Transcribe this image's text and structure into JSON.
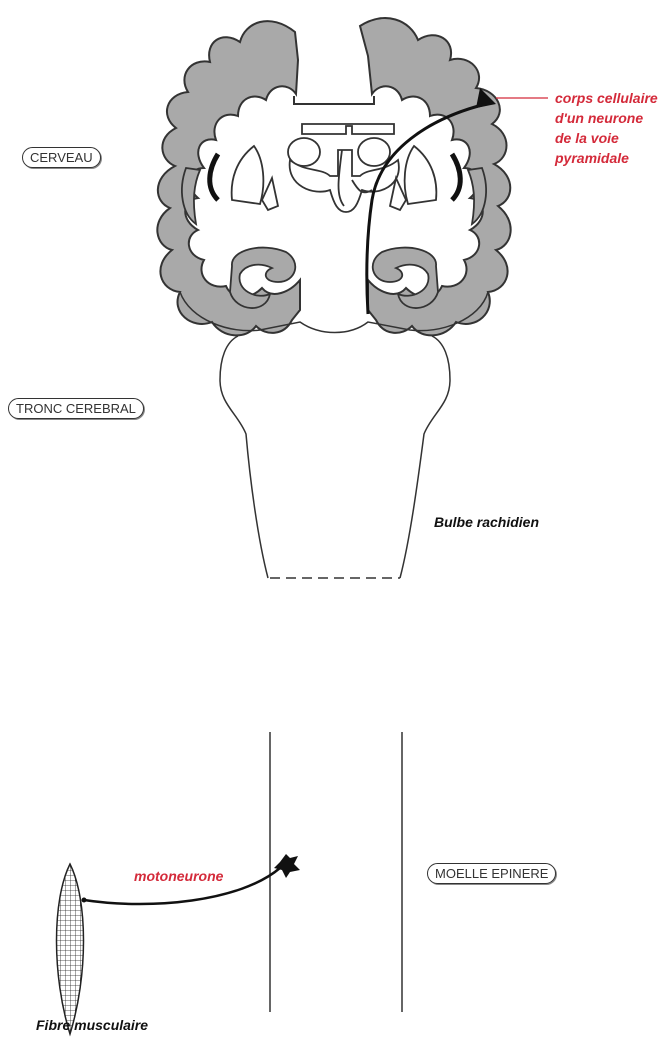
{
  "labels": {
    "cerveau": "CERVEAU",
    "tronc": "TRONC CEREBRAL",
    "moelle": "MOELLE EPINERE",
    "bulbe": "Bulbe rachidien",
    "corps_line1": "corps cellulaire",
    "corps_line2": "d'un neurone",
    "corps_line3": "de la voie",
    "corps_line4": "pyramidale",
    "motoneurone": "motoneurone",
    "fibre": "Fibre musculaire"
  },
  "colors": {
    "accent_red": "#d42a3a",
    "cortex_gray": "#a9a9a9",
    "line": "#111111"
  }
}
